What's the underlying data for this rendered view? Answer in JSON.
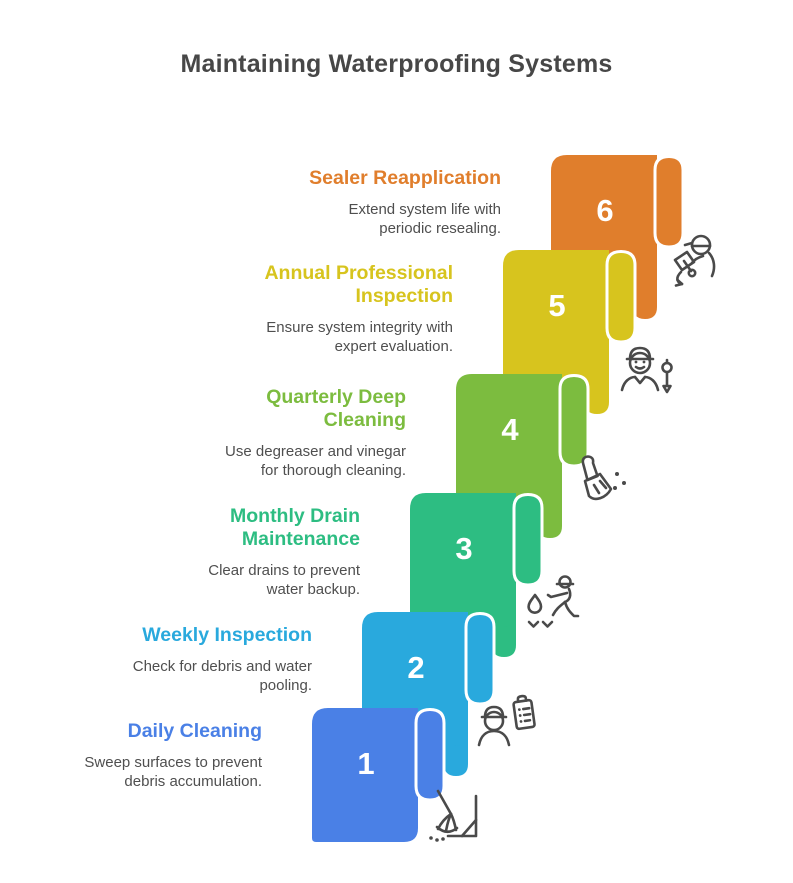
{
  "page": {
    "title": "Maintaining Waterproofing Systems"
  },
  "steps": [
    {
      "number": "1",
      "title": "Daily Cleaning",
      "description": "Sweep surfaces to prevent\ndebris accumulation.",
      "color": "#4a80e6",
      "icon": "broom-corner-icon"
    },
    {
      "number": "2",
      "title": "Weekly Inspection",
      "description": "Check for debris and water\npooling.",
      "color": "#29a9dd",
      "icon": "inspector-clipboard-icon"
    },
    {
      "number": "3",
      "title": "Monthly Drain\nMaintenance",
      "description": "Clear drains to prevent\nwater backup.",
      "color": "#2dbd82",
      "icon": "drain-worker-icon"
    },
    {
      "number": "4",
      "title": "Quarterly Deep\nCleaning",
      "description": "Use degreaser and vinegar\nfor thorough cleaning.",
      "color": "#7cbc3f",
      "icon": "hand-brush-icon"
    },
    {
      "number": "5",
      "title": "Annual Professional\nInspection",
      "description": "Ensure system integrity with\nexpert evaluation.",
      "color": "#d7c41e",
      "icon": "engineer-icon"
    },
    {
      "number": "6",
      "title": "Sealer Reapplication",
      "description": "Extend system life with\nperiodic resealing.",
      "color": "#e07e2c",
      "icon": "sealer-worker-icon"
    }
  ],
  "text_color": {
    "heading": "#474747",
    "description": "#4f4f4f",
    "number": "#ffffff",
    "icon_stroke": "#4a4a4a"
  }
}
